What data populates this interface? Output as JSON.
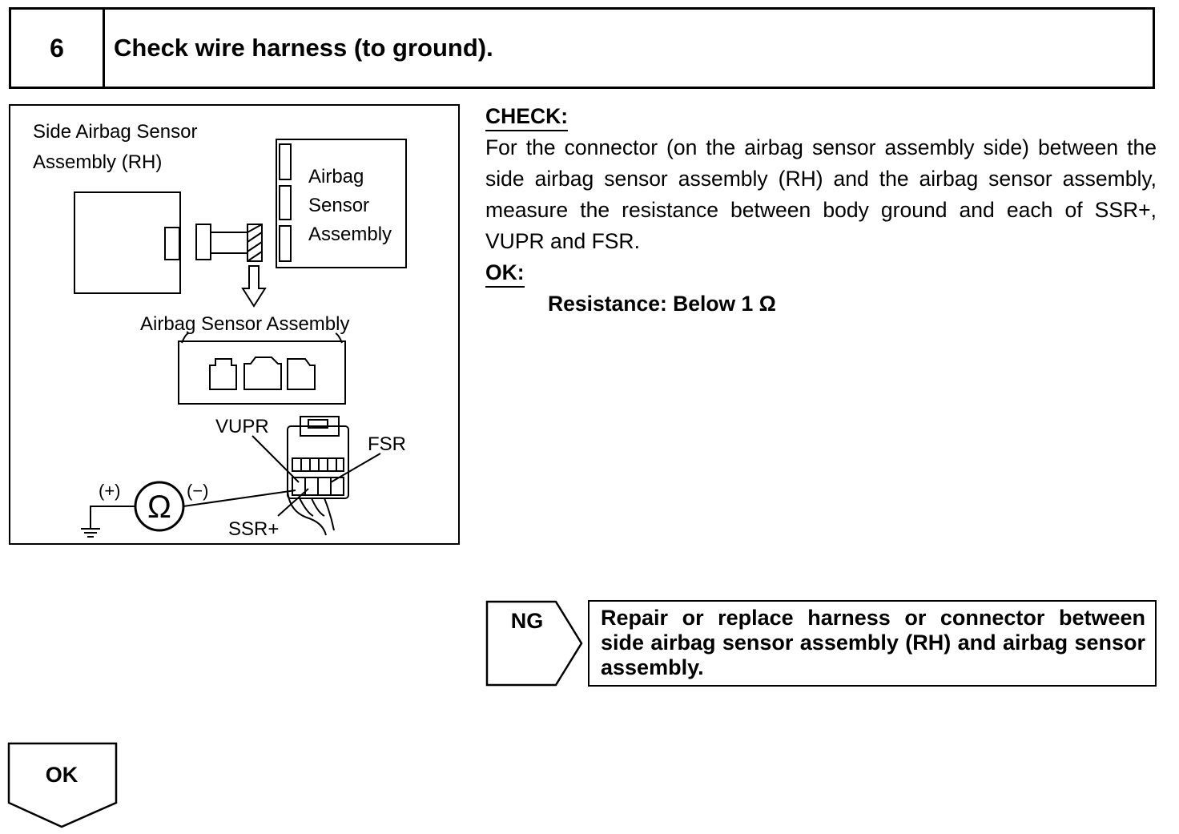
{
  "header": {
    "step_number": "6",
    "title": "Check wire harness (to ground)."
  },
  "figure": {
    "side_sensor_label_line1": "Side Airbag Sensor",
    "side_sensor_label_line2": "Assembly (RH)",
    "ecu_label_line1": "Airbag",
    "ecu_label_line2": "Sensor",
    "ecu_label_line3": "Assembly",
    "connector_label": "Airbag Sensor Assembly",
    "terminal_vupr": "VUPR",
    "terminal_fsr": "FSR",
    "terminal_ssr": "SSR+",
    "meter_plus": "(+)",
    "meter_minus": "(−)",
    "ohm_symbol": "Ω"
  },
  "check": {
    "heading": "CHECK:",
    "body": "For the connector (on the airbag sensor assembly side) between the side airbag sensor assembly (RH) and the airbag sensor assembly, measure the resistance between body ground and each of SSR+, VUPR and FSR."
  },
  "ok_spec": {
    "heading": "OK:",
    "value": "Resistance: Below 1 Ω"
  },
  "ng": {
    "tag": "NG",
    "action": "Repair or replace harness or connector between side airbag sensor assembly (RH) and airbag sensor assembly."
  },
  "ok_next": {
    "tag": "OK"
  }
}
